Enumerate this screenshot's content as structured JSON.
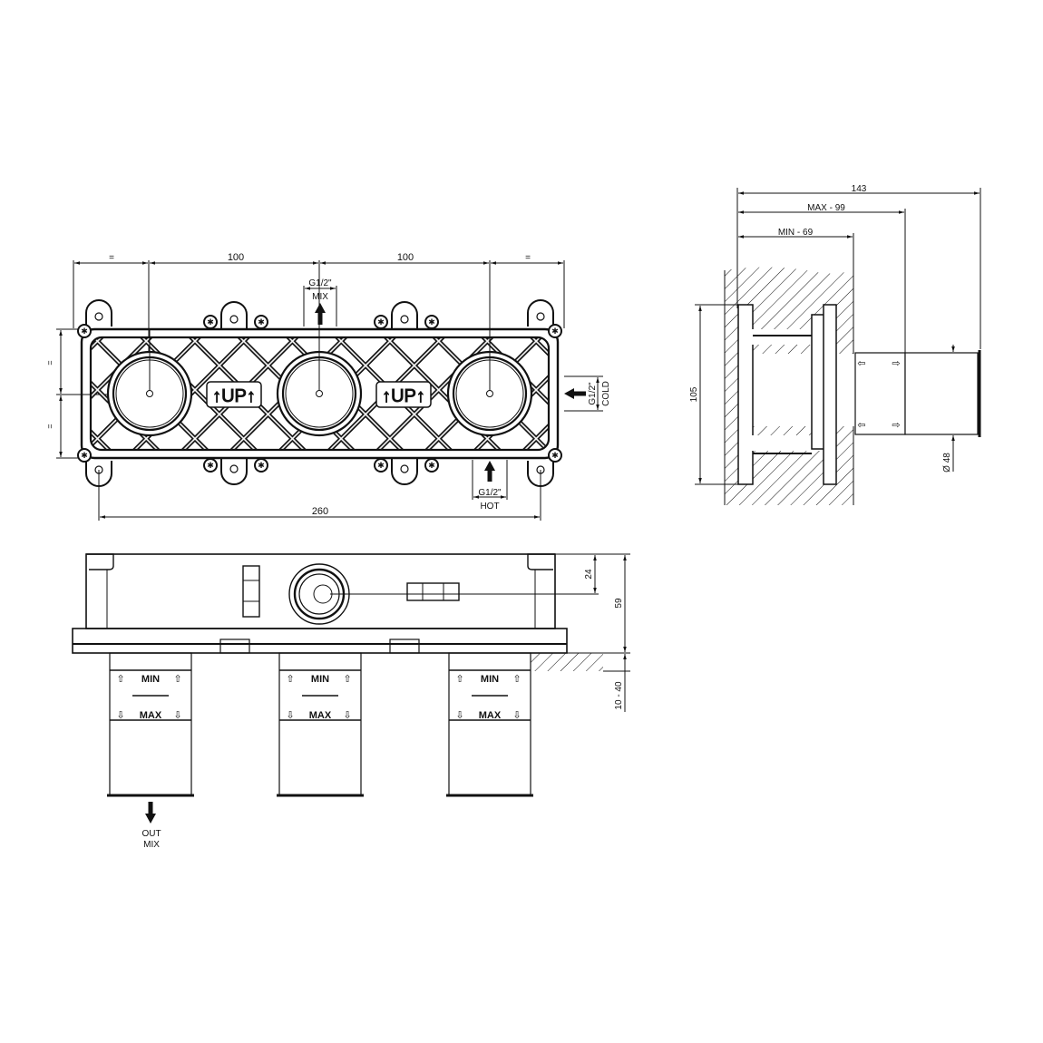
{
  "drawing": {
    "background": "#ffffff",
    "line_color": "#111111"
  },
  "front_view": {
    "dims": {
      "equal_left": "=",
      "spacing_1": "100",
      "spacing_2": "100",
      "equal_right": "=",
      "equal_top": "=",
      "equal_bottom": "=",
      "overall_width": "260"
    },
    "ports": {
      "mix_size": "G1/2\"",
      "mix_label": "MIX",
      "cold_size": "G1/2\"",
      "cold_label": "COLD",
      "hot_size": "G1/2\"",
      "hot_label": "HOT"
    },
    "up_marks": [
      "↑UP↑",
      "↑UP↑"
    ]
  },
  "side_view": {
    "dims": {
      "total_depth": "143",
      "max_depth": "MAX - 99",
      "min_depth": "MIN - 69",
      "height": "105",
      "diameter": "Ø 48"
    }
  },
  "bottom_view": {
    "dims": {
      "top_offset": "24",
      "body_height": "59",
      "wall_range": "10 - 40"
    },
    "sleeves": [
      {
        "min": "MIN",
        "max": "MAX"
      },
      {
        "min": "MIN",
        "max": "MAX"
      },
      {
        "min": "MIN",
        "max": "MAX"
      }
    ],
    "outlet": {
      "line1": "OUT",
      "line2": "MIX"
    }
  }
}
